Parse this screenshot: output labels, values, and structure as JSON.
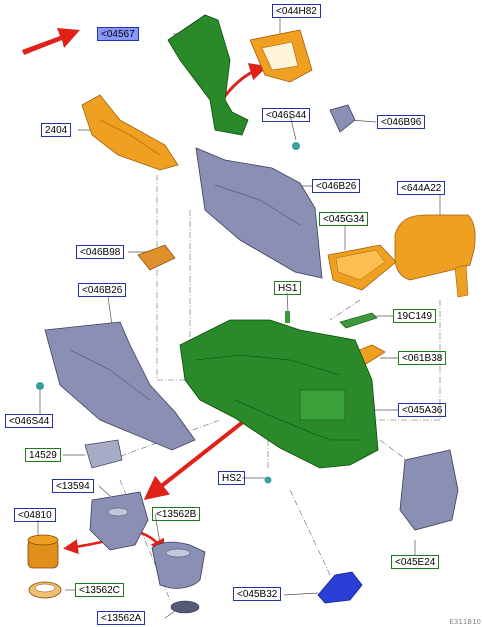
{
  "colors": {
    "blue_frame": "#2233aa",
    "green_frame": "#1e7a1e",
    "selected_fill": "#8a96ff",
    "arrow": "#e0211a",
    "orange_part": "#f0a020",
    "grey_part": "#8a8fb3",
    "green_part": "#2a8a2a",
    "blue_part": "#2a3fd6"
  },
  "callouts": [
    {
      "id": "c04567",
      "text": "<04567",
      "frame": "blue",
      "selected": true
    },
    {
      "id": "c044H82",
      "text": "<044H82",
      "frame": "blue",
      "selected": false
    },
    {
      "id": "c2404",
      "text": "2404",
      "frame": "blue",
      "selected": false
    },
    {
      "id": "c046S44a",
      "text": "<046S44",
      "frame": "blue",
      "selected": false
    },
    {
      "id": "c046B96",
      "text": "<046B96",
      "frame": "blue",
      "selected": false
    },
    {
      "id": "c046B26a",
      "text": "<046B26",
      "frame": "blue",
      "selected": false
    },
    {
      "id": "c644A22",
      "text": "<644A22",
      "frame": "blue",
      "selected": false
    },
    {
      "id": "c045G34",
      "text": "<045G34",
      "frame": "green",
      "selected": false
    },
    {
      "id": "c046B98",
      "text": "<046B98",
      "frame": "blue",
      "selected": false
    },
    {
      "id": "c046B26b",
      "text": "<046B26",
      "frame": "blue",
      "selected": false
    },
    {
      "id": "cHS1",
      "text": "HS1",
      "frame": "green",
      "selected": false
    },
    {
      "id": "c19C149",
      "text": "19C149",
      "frame": "green",
      "selected": false
    },
    {
      "id": "c061B38",
      "text": "<061B38",
      "frame": "green",
      "selected": false
    },
    {
      "id": "c046S44b",
      "text": "<046S44",
      "frame": "blue",
      "selected": false
    },
    {
      "id": "c045A36",
      "text": "<045A36",
      "frame": "blue",
      "selected": false
    },
    {
      "id": "c14529",
      "text": "14529",
      "frame": "green",
      "selected": false
    },
    {
      "id": "cHS2",
      "text": "HS2",
      "frame": "blue",
      "selected": false
    },
    {
      "id": "c13594",
      "text": "<13594",
      "frame": "blue",
      "selected": false
    },
    {
      "id": "c04810",
      "text": "<04810",
      "frame": "blue",
      "selected": false
    },
    {
      "id": "c13562B",
      "text": "<13562B",
      "frame": "green",
      "selected": false
    },
    {
      "id": "c13562C",
      "text": "<13562C",
      "frame": "green",
      "selected": false
    },
    {
      "id": "c045B32",
      "text": "<045B32",
      "frame": "blue",
      "selected": false
    },
    {
      "id": "c045E24",
      "text": "<045E24",
      "frame": "green",
      "selected": false
    },
    {
      "id": "c13562A",
      "text": "<13562A",
      "frame": "blue",
      "selected": false
    }
  ],
  "footer_code": "E311B10"
}
